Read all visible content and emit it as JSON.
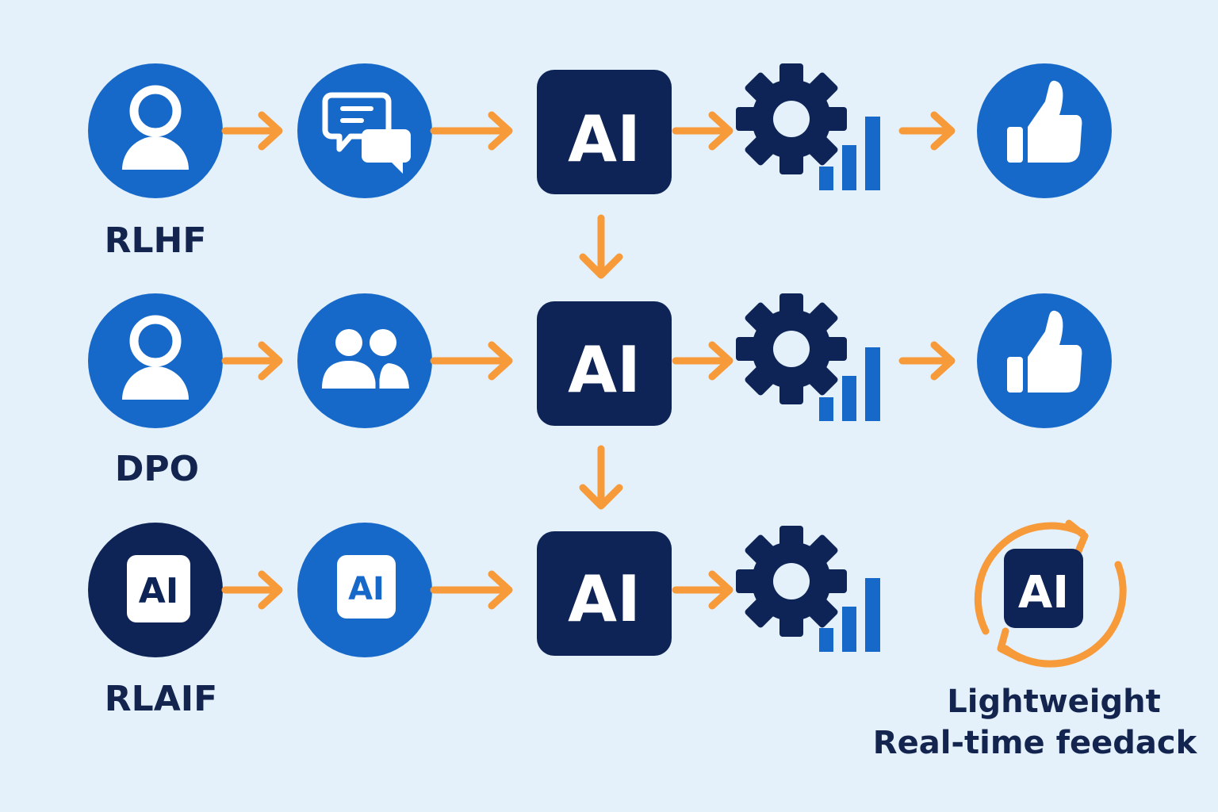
{
  "colors": {
    "background": "#e4f1fb",
    "blue": "#1769c9",
    "navy": "#0e2457",
    "orange": "#f79a3a",
    "white": "#ffffff"
  },
  "rows": [
    {
      "label": "RLHF",
      "steps": [
        "person-icon",
        "chat-bubbles-icon",
        "ai-box",
        "gear-bars-icon",
        "thumbs-up-icon"
      ]
    },
    {
      "label": "DPO",
      "steps": [
        "person-icon",
        "users-icon",
        "ai-box",
        "gear-bars-icon",
        "thumbs-up-icon"
      ]
    },
    {
      "label": "RLAIF",
      "steps": [
        "ai-chip-icon",
        "ai-chip-icon",
        "ai-box",
        "gear-bars-icon",
        "refresh-ai-icon"
      ]
    }
  ],
  "ai_text": "AI",
  "feedback_caption": {
    "line1": "Lightweight",
    "line2": "Real-time feedack"
  }
}
